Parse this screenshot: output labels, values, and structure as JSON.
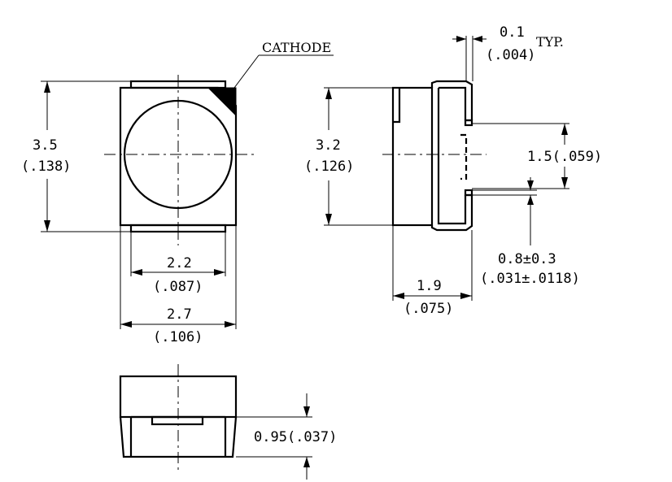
{
  "labels": {
    "cathode": "CATHODE",
    "height_mm": "3.5",
    "height_in": "(.138)",
    "pad_width_mm": "2.2",
    "pad_width_in": "(.087)",
    "body_width_mm": "2.7",
    "body_width_in": "(.106)",
    "side_height_mm": "3.2",
    "side_height_in": "(.126)",
    "gap_mm": "0.1",
    "gap_in": "(.004)",
    "gap_typ": "TYP.",
    "lead_pitch": "1.5(.059)",
    "lead_width_mm": "0.8±0.3",
    "lead_width_in": "(.031±.0118)",
    "depth_mm": "1.9",
    "depth_in": "(.075)",
    "bottom_height": "0.95(.037)"
  }
}
